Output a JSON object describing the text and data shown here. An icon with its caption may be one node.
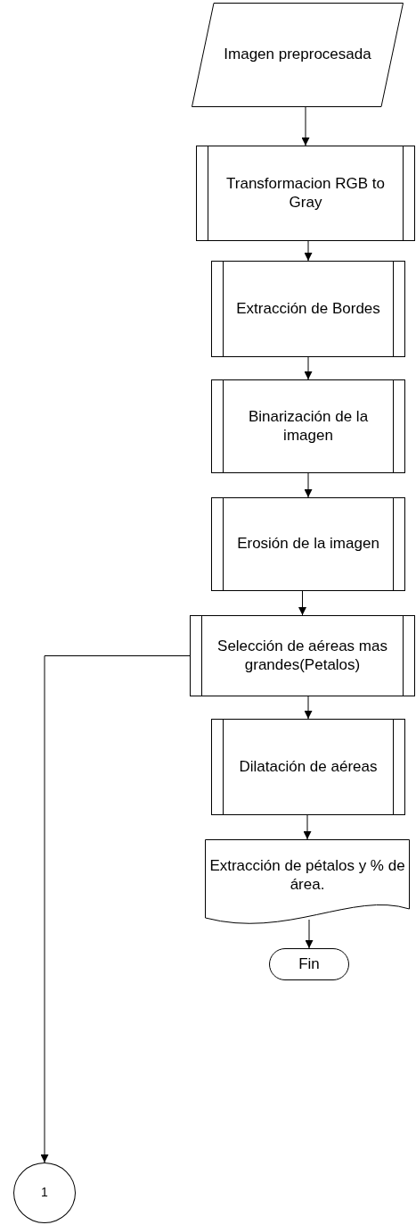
{
  "diagram": {
    "nodes": [
      {
        "text": [
          "Imagen preprocesada"
        ]
      },
      {
        "text": [
          "Transformacion RGB to Gray"
        ]
      },
      {
        "text": [
          "Extracción de Bordes"
        ]
      },
      {
        "text": [
          "Binarización de la imagen"
        ]
      },
      {
        "text": [
          "Erosión de la imagen"
        ]
      },
      {
        "text": [
          "Selección de aéreas mas grandes(Petalos)"
        ]
      },
      {
        "text": [
          "Dilatación de aéreas"
        ]
      },
      {
        "text": [
          "Extracción de pétalos y % de área."
        ]
      },
      {
        "text": [
          "1"
        ]
      },
      {
        "text": [
          "Fin"
        ]
      }
    ],
    "edges": [
      {
        "from": 0,
        "to": 1,
        "arrow": "to"
      },
      {
        "from": 1,
        "to": 2,
        "arrow": "to"
      },
      {
        "from": 2,
        "to": 3,
        "arrow": "to"
      },
      {
        "from": 3,
        "to": 4,
        "arrow": "to"
      },
      {
        "from": 4,
        "to": 5,
        "arrow": "to"
      },
      {
        "from": 5,
        "to": 6,
        "arrow": "to"
      },
      {
        "from": 6,
        "to": 7,
        "arrow": "to"
      },
      {
        "from": 7,
        "to": 9,
        "arrow": "to"
      },
      {
        "from": 5,
        "to": 8,
        "arrow": "to"
      }
    ]
  }
}
